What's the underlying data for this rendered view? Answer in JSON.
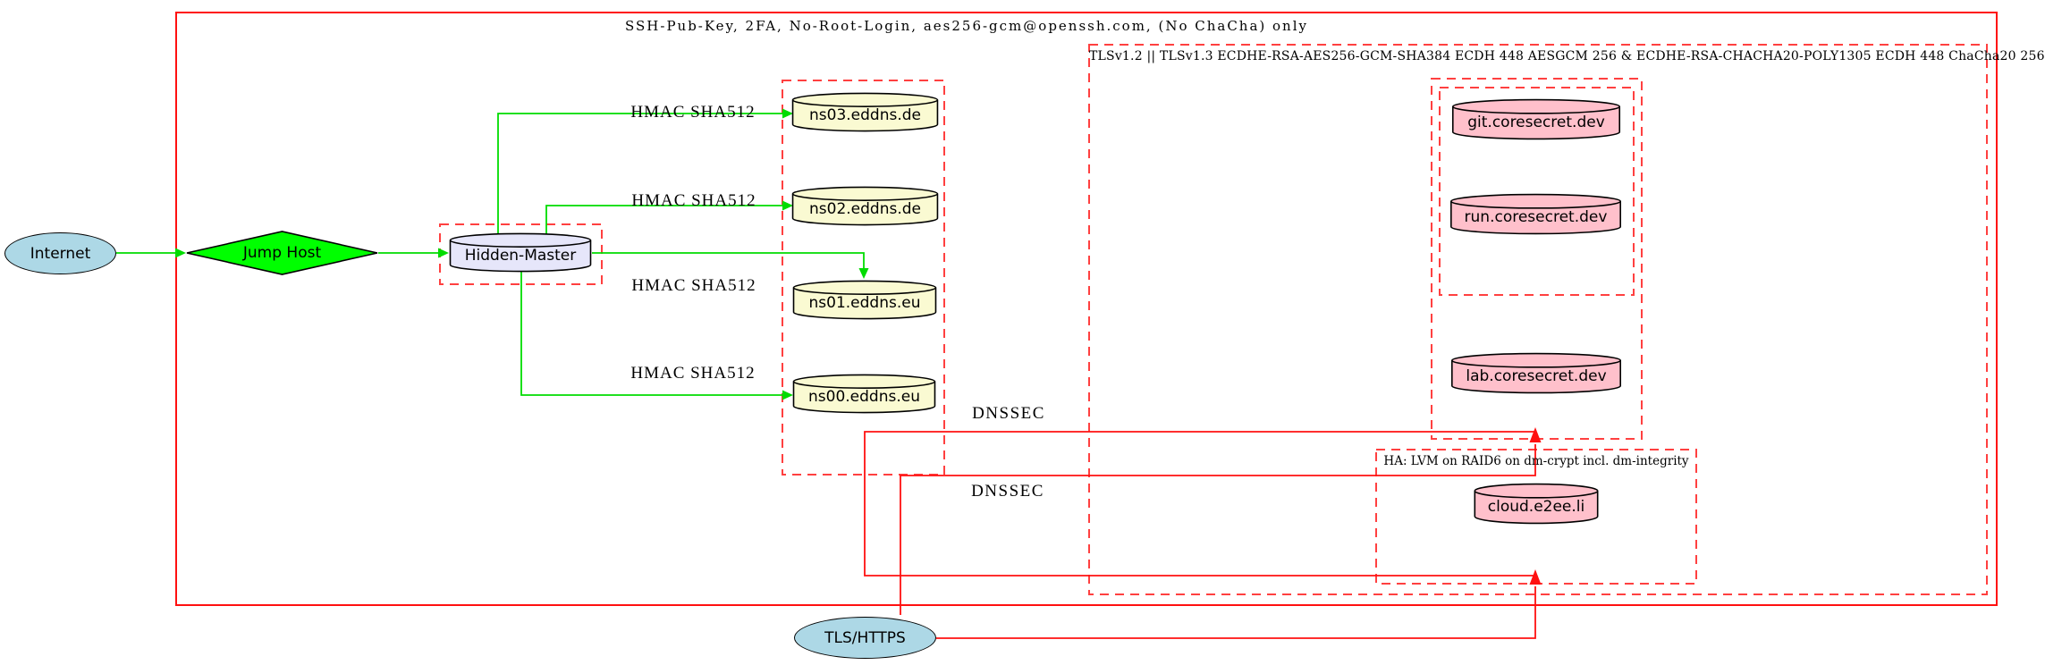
{
  "diagram": {
    "clusters": {
      "ssh_title": "SSH-Pub-Key, 2FA, No-Root-Login, aes256-gcm@openssh.com, (No ChaCha) only",
      "tls_title": "TLSv1.2 || TLSv1.3 ECDHE-RSA-AES256-GCM-SHA384 ECDH 448 AESGCM 256 & ECDHE-RSA-CHACHA20-POLY1305 ECDH 448 ChaCha20 256",
      "ha_title": "HA: LVM on RAID6 on dm-crypt incl. dm-integrity"
    },
    "nodes": {
      "internet": "Internet",
      "jump_host": "Jump Host",
      "hidden_master": "Hidden-Master",
      "ns03": "ns03.eddns.de",
      "ns02": "ns02.eddns.de",
      "ns01": "ns01.eddns.eu",
      "ns00": "ns00.eddns.eu",
      "git": "git.coresecret.dev",
      "run": "run.coresecret.dev",
      "lab": "lab.coresecret.dev",
      "cloud": "cloud.e2ee.li",
      "tls_https": "TLS/HTTPS"
    },
    "edge_labels": {
      "hmac": "HMAC SHA512",
      "dnssec": "DNSSEC"
    },
    "colors": {
      "node_lightblue": "#ADD8E6",
      "node_green": "#00FF00",
      "node_lavender": "#E6E6FA",
      "node_lightyellow": "#FAFAD2",
      "node_pink": "#FFC0CB",
      "edge_green": "#00DC00",
      "edge_red": "#FF1010",
      "cluster_dashed_red": "#FF4040"
    }
  }
}
